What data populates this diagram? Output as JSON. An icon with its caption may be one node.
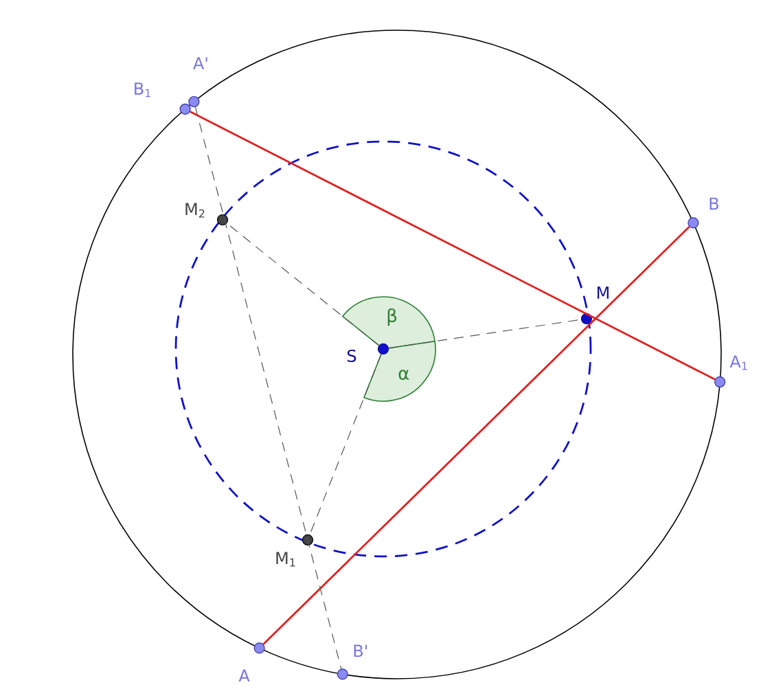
{
  "diagram": {
    "nodes": [
      {
        "text": [],
        "shape": "circle",
        "beside": [
          "A'"
        ]
      },
      {
        "text": [],
        "shape": "circle",
        "beside": [
          "B$_{1}$"
        ]
      },
      {
        "text": [],
        "shape": "circle",
        "beside": [
          "M$_{2}$"
        ]
      },
      {
        "text": [
          "β"
        ]
      },
      {
        "text": [],
        "shape": "circle",
        "beside": [
          "B"
        ]
      },
      {
        "text": [],
        "shape": "circle",
        "beside": [
          "M"
        ]
      },
      {
        "text": [],
        "shape": "circle",
        "beside": [
          "S"
        ]
      },
      {
        "text": [
          "α"
        ]
      },
      {
        "text": [],
        "shape": "circle",
        "beside": [
          "A$_{1}$"
        ]
      },
      {
        "text": [],
        "shape": "circle",
        "beside": [
          "M$_{1}$"
        ]
      },
      {
        "text": [],
        "shape": "circle",
        "beside": [
          "A"
        ]
      },
      {
        "text": [],
        "shape": "circle",
        "beside": [
          "B'"
        ]
      }
    ],
    "edges": [
      {
        "from": 1,
        "to": 8,
        "arrow": "none",
        "color": "#e02020"
      },
      {
        "from": 10,
        "to": 4,
        "arrow": "none",
        "color": "#e02020"
      },
      {
        "from": 0,
        "to": 11,
        "arrow": "none",
        "style": "dashed",
        "color": "#555555"
      },
      {
        "from": 6,
        "to": 2,
        "arrow": "none",
        "style": "dashed",
        "color": "#555555"
      },
      {
        "from": 6,
        "to": 9,
        "arrow": "none",
        "style": "dashed",
        "color": "#555555"
      },
      {
        "from": 6,
        "to": 5,
        "arrow": "none",
        "style": "dashed",
        "color": "#555555"
      }
    ]
  }
}
